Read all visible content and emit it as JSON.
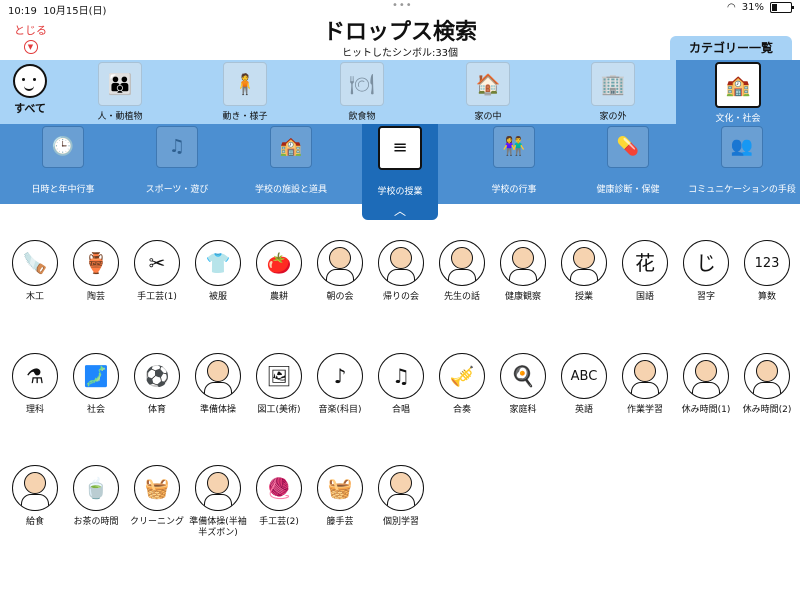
{
  "status": {
    "time": "10:19",
    "date": "10月15日(日)",
    "dots": "•••",
    "battery": "31%"
  },
  "close_label": "とじる",
  "close_glyph": "▼",
  "title": "ドロップス検索",
  "hits": "ヒットしたシンボル:33個",
  "category_list_tab": "カテゴリー一覧",
  "all_label": "すべて",
  "categories": [
    {
      "label": "人・動植物",
      "icon": "👪"
    },
    {
      "label": "動き・様子",
      "icon": "🧍"
    },
    {
      "label": "飲食物",
      "icon": "🍽"
    },
    {
      "label": "家の中",
      "icon": "🏠"
    },
    {
      "label": "家の外",
      "icon": "🏢"
    },
    {
      "label": "文化・社会",
      "icon": "🏫"
    }
  ],
  "subcategories": [
    {
      "label": "日時と年中行事",
      "icon": "🕒"
    },
    {
      "label": "スポーツ・遊び",
      "icon": "♫"
    },
    {
      "label": "学校の施設と道具",
      "icon": "🏫"
    },
    {
      "label": "学校の授業",
      "icon": "≡"
    },
    {
      "label": "学校の行事",
      "icon": "👫"
    },
    {
      "label": "健康診断・保健",
      "icon": "💊"
    },
    {
      "label": "コミュニケーションの手段",
      "icon": "👥"
    }
  ],
  "pull_glyph": "︿",
  "symbols": [
    {
      "label": "木工",
      "icon": "🪚"
    },
    {
      "label": "陶芸",
      "icon": "🏺"
    },
    {
      "label": "手工芸(1)",
      "icon": "✂"
    },
    {
      "label": "被服",
      "icon": "👕"
    },
    {
      "label": "農耕",
      "icon": "🍅"
    },
    {
      "label": "朝の会",
      "icon": ""
    },
    {
      "label": "帰りの会",
      "icon": ""
    },
    {
      "label": "先生の話",
      "icon": ""
    },
    {
      "label": "健康観察",
      "icon": ""
    },
    {
      "label": "授業",
      "icon": ""
    },
    {
      "label": "国語",
      "icon": "花"
    },
    {
      "label": "習字",
      "icon": "じ"
    },
    {
      "label": "算数",
      "icon": "123"
    },
    {
      "label": "理科",
      "icon": "⚗"
    },
    {
      "label": "社会",
      "icon": "🗾"
    },
    {
      "label": "体育",
      "icon": "⚽"
    },
    {
      "label": "準備体操",
      "icon": ""
    },
    {
      "label": "図工(美術)",
      "icon": "🖼"
    },
    {
      "label": "音楽(科目)",
      "icon": "♪"
    },
    {
      "label": "合唱",
      "icon": "♫"
    },
    {
      "label": "合奏",
      "icon": "🎺"
    },
    {
      "label": "家庭科",
      "icon": "🍳"
    },
    {
      "label": "英語",
      "icon": "ABC"
    },
    {
      "label": "作業学習",
      "icon": ""
    },
    {
      "label": "休み時間(1)",
      "icon": ""
    },
    {
      "label": "休み時間(2)",
      "icon": ""
    },
    {
      "label": "給食",
      "icon": ""
    },
    {
      "label": "お茶の時間",
      "icon": "🍵"
    },
    {
      "label": "クリーニング",
      "icon": "🧺"
    },
    {
      "label": "準備体操(半袖半ズボン)",
      "icon": ""
    },
    {
      "label": "手工芸(2)",
      "icon": "🧶"
    },
    {
      "label": "籐手芸",
      "icon": "🧺"
    },
    {
      "label": "個別学習",
      "icon": ""
    }
  ]
}
